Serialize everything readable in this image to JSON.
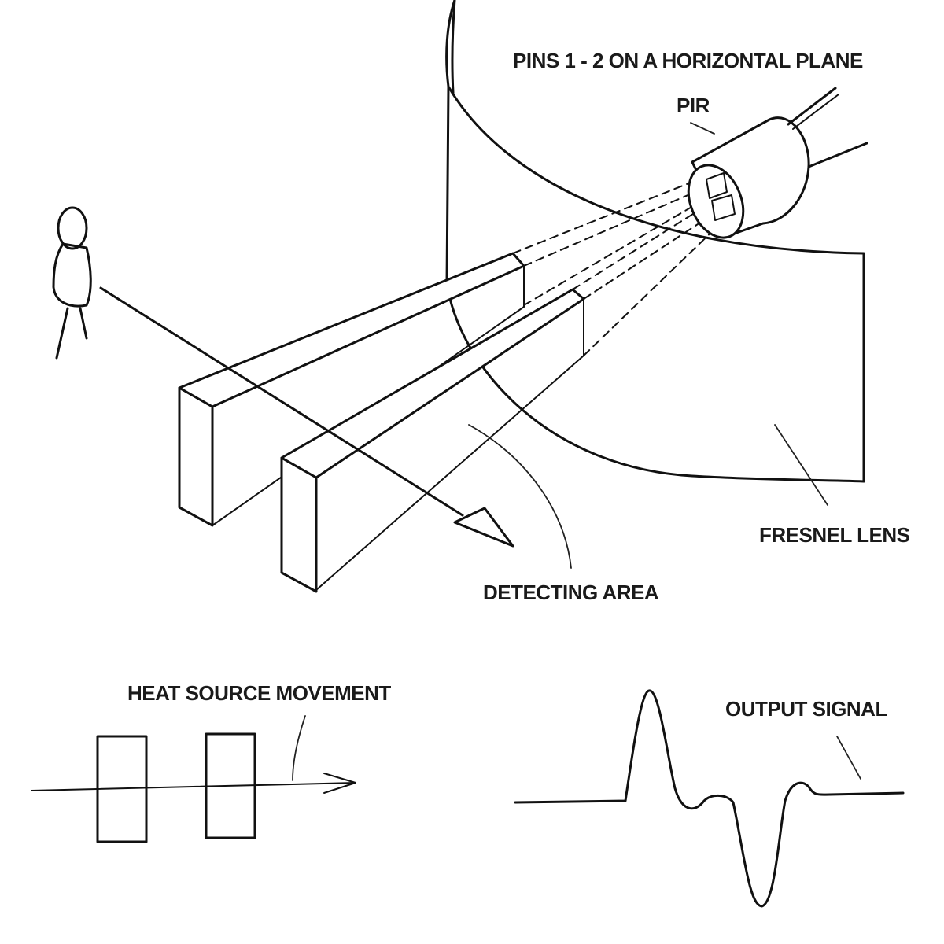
{
  "labels": {
    "pins": "PINS 1 - 2 ON A HORIZONTAL PLANE",
    "pir": "PIR",
    "fresnel_lens": "FRESNEL LENS",
    "detecting_area": "DETECTING AREA",
    "heat_source_movement": "HEAT SOURCE MOVEMENT",
    "output_signal": "OUTPUT SIGNAL"
  },
  "colors": {
    "ink": "#111111",
    "background": "#ffffff"
  }
}
